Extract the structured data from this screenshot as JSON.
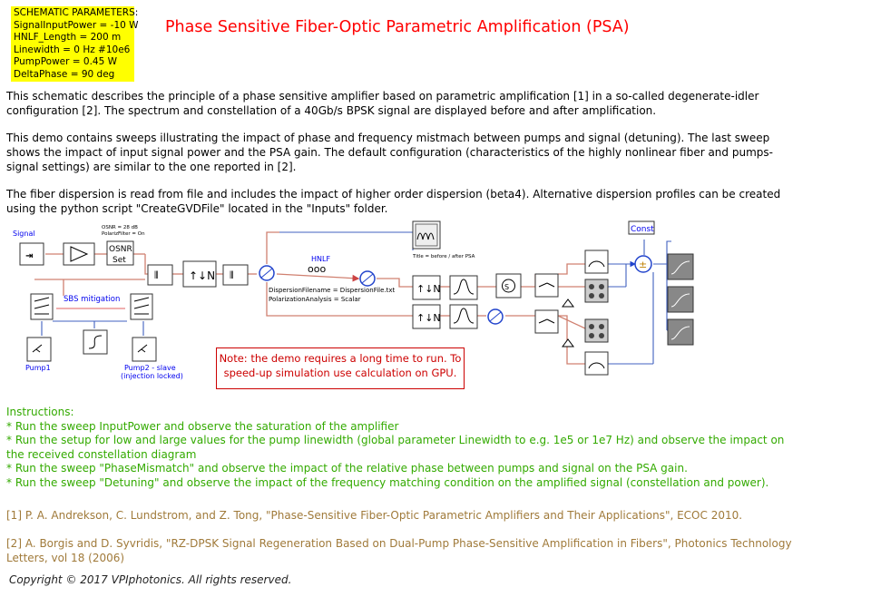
{
  "schematic_parameters": {
    "header": "SCHEMATIC PARAMETERS:",
    "lines": [
      "SignalInputPower = -10 W",
      "HNLF_Length = 200 m",
      "Linewidth = 0 Hz #10e6",
      "PumpPower = 0.45 W",
      "DeltaPhase = 90 deg"
    ]
  },
  "title": "Phase Sensitive Fiber-Optic Parametric Amplification (PSA)",
  "description": [
    "This schematic describes the principle of a phase sensitive amplifier based on parametric amplification [1] in a so-called degenerate-idler configuration [2].  The spectrum and constellation of a 40Gb/s BPSK signal are displayed before and after amplification.",
    "This demo contains sweeps illustrating the impact of phase and frequency mistmach between pumps and signal (detuning). The last sweep shows the impact of input signal power and the PSA gain. The default configuration (characteristics of the highly nonlinear fiber and pumps-signal settings) are similar to the one reported in [2].",
    "The fiber dispersion is read from file and includes the impact of higher order dispersion (beta4). Alternative dispersion profiles can be created using the python script \"CreateGVDFile\" located in the \"Inputs\" folder."
  ],
  "schematic": {
    "signal_label": "Signal",
    "osnr_params": "OSNR = 28 dB",
    "polariz_params": "PolarizFilter = On",
    "osnr_box_line1": "OSNR",
    "osnr_box_line2": "Set",
    "sbs_label": "SBS mitigation",
    "pump1_label": "Pump1",
    "pump2_label_line1": "Pump2 - slave",
    "pump2_label_line2": "(injection locked)",
    "hnlf_label": "HNLF",
    "dispersion_param": "DispersionFilename = DispersionFile.txt",
    "polarization_param": "PolarizationAnalysis = Scalar",
    "analyzer_title": "Title = before / after PSA",
    "const_label": "Const"
  },
  "note": {
    "line1": "Note: the demo requires a long time to run. To",
    "line2": "speed-up simulation use calculation on GPU."
  },
  "instructions": {
    "header": "Instructions:",
    "items": [
      "* Run the sweep InputPower and observe the saturation of the amplifier",
      "* Run the setup for low and large values for the pump linewidth (global parameter Linewidth to e.g. 1e5 or 1e7 Hz) and observe the impact on the received constellation diagram",
      "* Run the sweep \"PhaseMismatch\"  and observe the impact of the relative phase between pumps and signal on the PSA gain.",
      "* Run the sweep \"Detuning\" and observe the impact of the frequency matching condition on the amplified signal (constellation and power)."
    ]
  },
  "references": [
    "[1] P. A. Andrekson, C. Lundstrom, and Z. Tong, \"Phase-Sensitive Fiber-Optic Parametric Amplifiers and Their Applications\", ECOC 2010.",
    "[2] A. Borgis and D. Syvridis, \"RZ-DPSK Signal Regeneration Based on Dual-Pump Phase-Sensitive Amplification in Fibers\", Photonics Technology Letters, vol 18 (2006)"
  ],
  "copyright": "Copyright © 2017 VPIphotonics. All rights reserved.",
  "colors": {
    "title": "#ff0000",
    "params_bg": "#ffff00",
    "instructions": "#33aa00",
    "references": "#a07a3a",
    "note": "#cc0000",
    "optical_link": "#d08070",
    "electrical_link": "#4060c0",
    "label_blue": "#0000ee"
  }
}
